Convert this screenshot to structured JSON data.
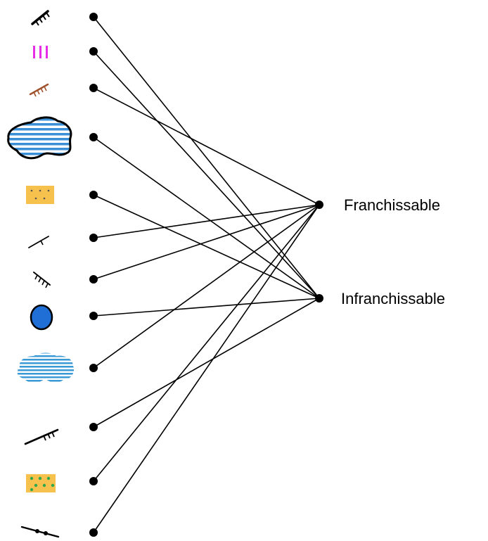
{
  "diagram": {
    "targets": [
      {
        "id": "franchissable",
        "label": "Franchissable"
      },
      {
        "id": "infranchissable",
        "label": "Infranchissable"
      }
    ],
    "symbols": [
      {
        "icon": "steep-cliff-black-icon",
        "links_to": "infranchissable"
      },
      {
        "icon": "magenta-triple-bars-icon",
        "links_to": "infranchissable"
      },
      {
        "icon": "brown-earth-bank-icon",
        "links_to": "franchissable"
      },
      {
        "icon": "large-hatched-blue-lake-icon",
        "links_to": "infranchissable"
      },
      {
        "icon": "orange-dotted-area-icon",
        "links_to": "infranchissable"
      },
      {
        "icon": "small-black-cliff-icon",
        "links_to": "franchissable"
      },
      {
        "icon": "small-rock-wall-icon",
        "links_to": "franchissable"
      },
      {
        "icon": "blue-pond-icon",
        "links_to": "infranchissable"
      },
      {
        "icon": "hatched-blue-marsh-icon",
        "links_to": "franchissable"
      },
      {
        "icon": "large-black-cliff-icon",
        "links_to": "infranchissable"
      },
      {
        "icon": "orange-green-dotted-area-icon",
        "links_to": "franchissable"
      },
      {
        "icon": "wall-fence-line-icon",
        "links_to": "franchissable"
      }
    ],
    "colors": {
      "line": "#000000",
      "magenta": "#e62ee6",
      "brown": "#a0522d",
      "water_blue": "#3a8fd6",
      "pond_blue": "#1f6fd6",
      "orange_fill": "#f7c14d",
      "green_dot": "#2fa84f"
    }
  }
}
